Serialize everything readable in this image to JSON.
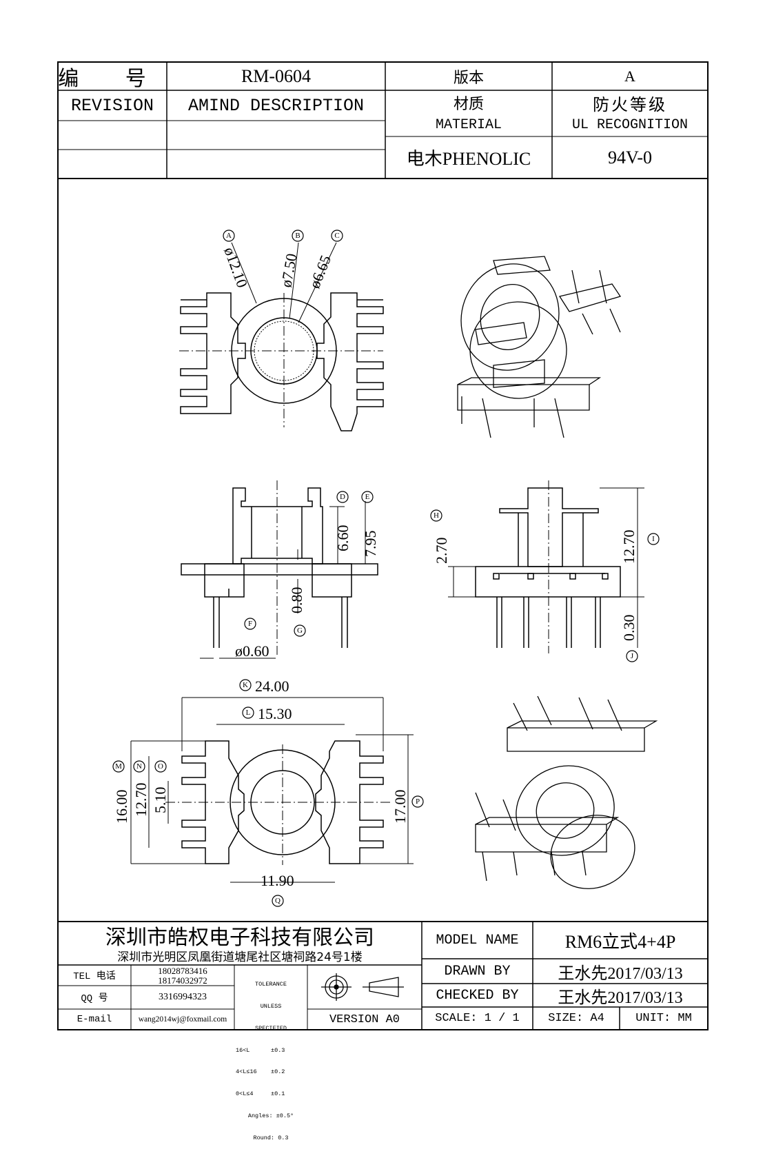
{
  "header": {
    "number_label": "编 号",
    "part_number": "RM-0604",
    "version_label": "版本",
    "version_value": "A",
    "revision_label": "REVISION",
    "amend_label": "AMIND DESCRIPTION",
    "material_label_cn": "材质",
    "material_label_en": "MATERIAL",
    "ul_label_cn": "防火等级",
    "ul_label_en": "UL RECOGNITION",
    "material_value": "电木PHENOLIC",
    "ul_value": "94V-0"
  },
  "drawing": {
    "dims_top": {
      "a": "ø12.10",
      "b": "ø7.50",
      "c": "ø6.65"
    },
    "dims_side": {
      "d_val": "6.60",
      "e_val": "7.95",
      "pin_dia": "ø0.60",
      "g_val": "0.80",
      "h_val": "2.70",
      "i_val": "12.70",
      "j_val": "0.30"
    },
    "dims_bottom": {
      "k_val": "24.00",
      "l_val": "15.30",
      "m_val": "16.00",
      "n_val": "12.70",
      "o_val": "5.10",
      "p_val": "17.00",
      "q_val": "11.90"
    },
    "markers": [
      "A",
      "B",
      "C",
      "D",
      "E",
      "F",
      "G",
      "H",
      "I",
      "J",
      "K",
      "L",
      "M",
      "N",
      "O",
      "P",
      "Q"
    ]
  },
  "footer": {
    "company": "深圳市皓权电子科技有限公司",
    "address": "深圳市光明区凤凰街道塘尾社区塘祠路24号1楼",
    "model_label": "MODEL NAME",
    "model_value": "RM6立式4+4P",
    "tel_label": "TEL 电话",
    "tel_1": "18028783416",
    "tel_2": "18174032972",
    "qq_label": "QQ  号",
    "qq_value": "3316994323",
    "email_label": "E-mail",
    "email_value": "wang2014wj@foxmail.com",
    "tolerance": [
      "TOLERANCE",
      "UNLESS",
      "SPECIFIED",
      "16<L      ±0.3",
      "4<L≤16    ±0.2",
      "0<L≤4     ±0.1",
      "Angles: ±0.5°",
      "Round: 0.3"
    ],
    "version_text": "VERSION A0",
    "drawn_label": "DRAWN BY",
    "drawn_value": "王水先2017/03/13",
    "checked_label": "CHECKED BY",
    "checked_value": "王水先2017/03/13",
    "scale": "SCALE: 1 / 1",
    "size": "SIZE: A4",
    "unit": "UNIT: MM"
  }
}
